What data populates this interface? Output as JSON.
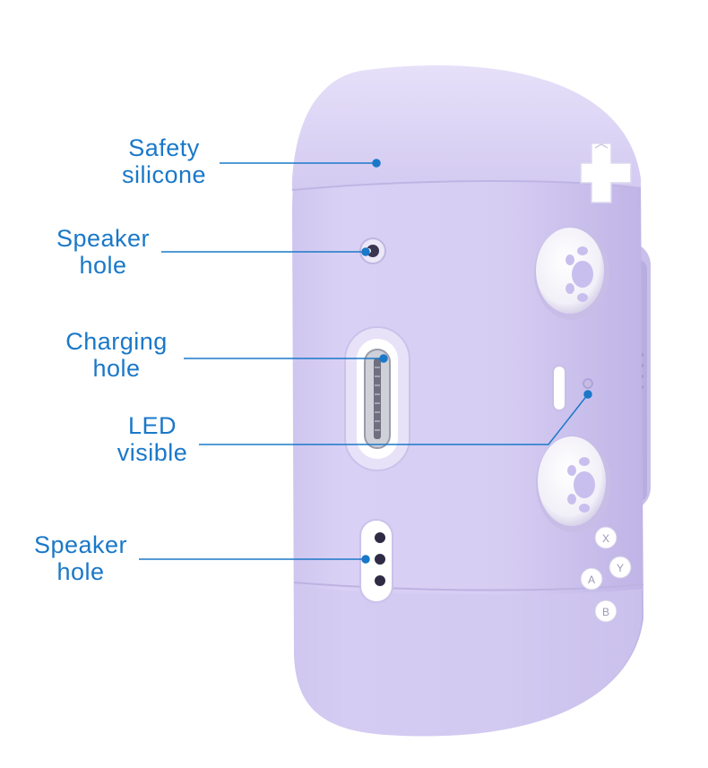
{
  "accent_color": "#1a78c8",
  "case_color": "#d6cdf3",
  "callouts": [
    {
      "id": "safety",
      "text": "Safety\nsilicone"
    },
    {
      "id": "speaker_top",
      "text": "Speaker\nhole"
    },
    {
      "id": "charging",
      "text": "Charging\nhole"
    },
    {
      "id": "led",
      "text": "LED\nvisible"
    },
    {
      "id": "speaker_bottom",
      "text": "Speaker\nhole"
    }
  ],
  "buttons": {
    "x": "X",
    "y": "Y",
    "a": "A",
    "b": "B"
  }
}
